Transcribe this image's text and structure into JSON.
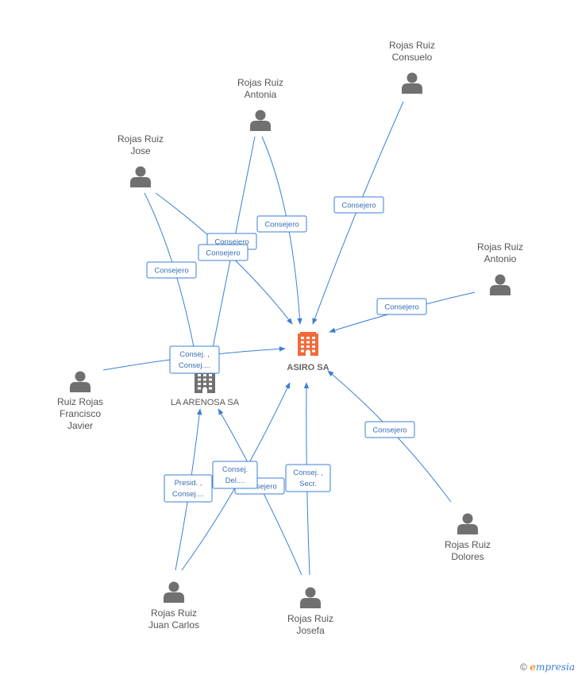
{
  "colors": {
    "edge": "#3a7fd5",
    "person": "#707070",
    "main_company": "#f26a3a",
    "company": "#707070"
  },
  "nodes": [
    {
      "id": "consuelo",
      "kind": "person",
      "lines": [
        "Rojas Ruiz",
        "Consuelo"
      ]
    },
    {
      "id": "antonia",
      "kind": "person",
      "lines": [
        "Rojas Ruiz",
        "Antonia"
      ]
    },
    {
      "id": "jose",
      "kind": "person",
      "lines": [
        "Rojas Ruiz",
        "Jose"
      ]
    },
    {
      "id": "antonio",
      "kind": "person",
      "lines": [
        "Rojas Ruiz",
        "Antonio"
      ]
    },
    {
      "id": "francisco",
      "kind": "person",
      "lines": [
        "Ruiz Rojas",
        "Francisco",
        "Javier"
      ]
    },
    {
      "id": "dolores",
      "kind": "person",
      "lines": [
        "Rojas Ruiz",
        "Dolores"
      ]
    },
    {
      "id": "juancarlos",
      "kind": "person",
      "lines": [
        "Rojas Ruiz",
        "Juan Carlos"
      ]
    },
    {
      "id": "josefa",
      "kind": "person",
      "lines": [
        "Rojas Ruiz",
        "Josefa"
      ]
    },
    {
      "id": "asiro",
      "kind": "main_company",
      "lines": [
        "ASIRO SA"
      ]
    },
    {
      "id": "arenosa",
      "kind": "company",
      "lines": [
        "LA ARENOSA SA"
      ]
    }
  ],
  "edge_labels": [
    {
      "id": "consuelo-asiro",
      "lines": [
        "Consejero"
      ]
    },
    {
      "id": "antonia-asiro",
      "lines": [
        "Consejero"
      ]
    },
    {
      "id": "antonia-arenosa",
      "lines": [
        "Consejero"
      ]
    },
    {
      "id": "jose-asiro",
      "lines": [
        "Consejero"
      ]
    },
    {
      "id": "jose-arenosa",
      "lines": [
        "Consejero"
      ]
    },
    {
      "id": "antonio-asiro",
      "lines": [
        "Consejero"
      ]
    },
    {
      "id": "francisco-asiro",
      "lines": [
        "Consej. ,",
        "Consej...."
      ]
    },
    {
      "id": "dolores-asiro",
      "lines": [
        "Consejero"
      ]
    },
    {
      "id": "juancarlos-arenosa",
      "lines": [
        "Presid. ,",
        "Consej...."
      ]
    },
    {
      "id": "juancarlos-asiro",
      "lines": [
        "Consejero"
      ]
    },
    {
      "id": "josefa-arenosa",
      "lines": [
        "Consej.",
        "Del...."
      ]
    },
    {
      "id": "josefa-asiro",
      "lines": [
        "Consej. ,",
        "Secr."
      ]
    }
  ],
  "footer": {
    "copyright": "©",
    "brand_e": "e",
    "brand_rest": "mpresia"
  }
}
